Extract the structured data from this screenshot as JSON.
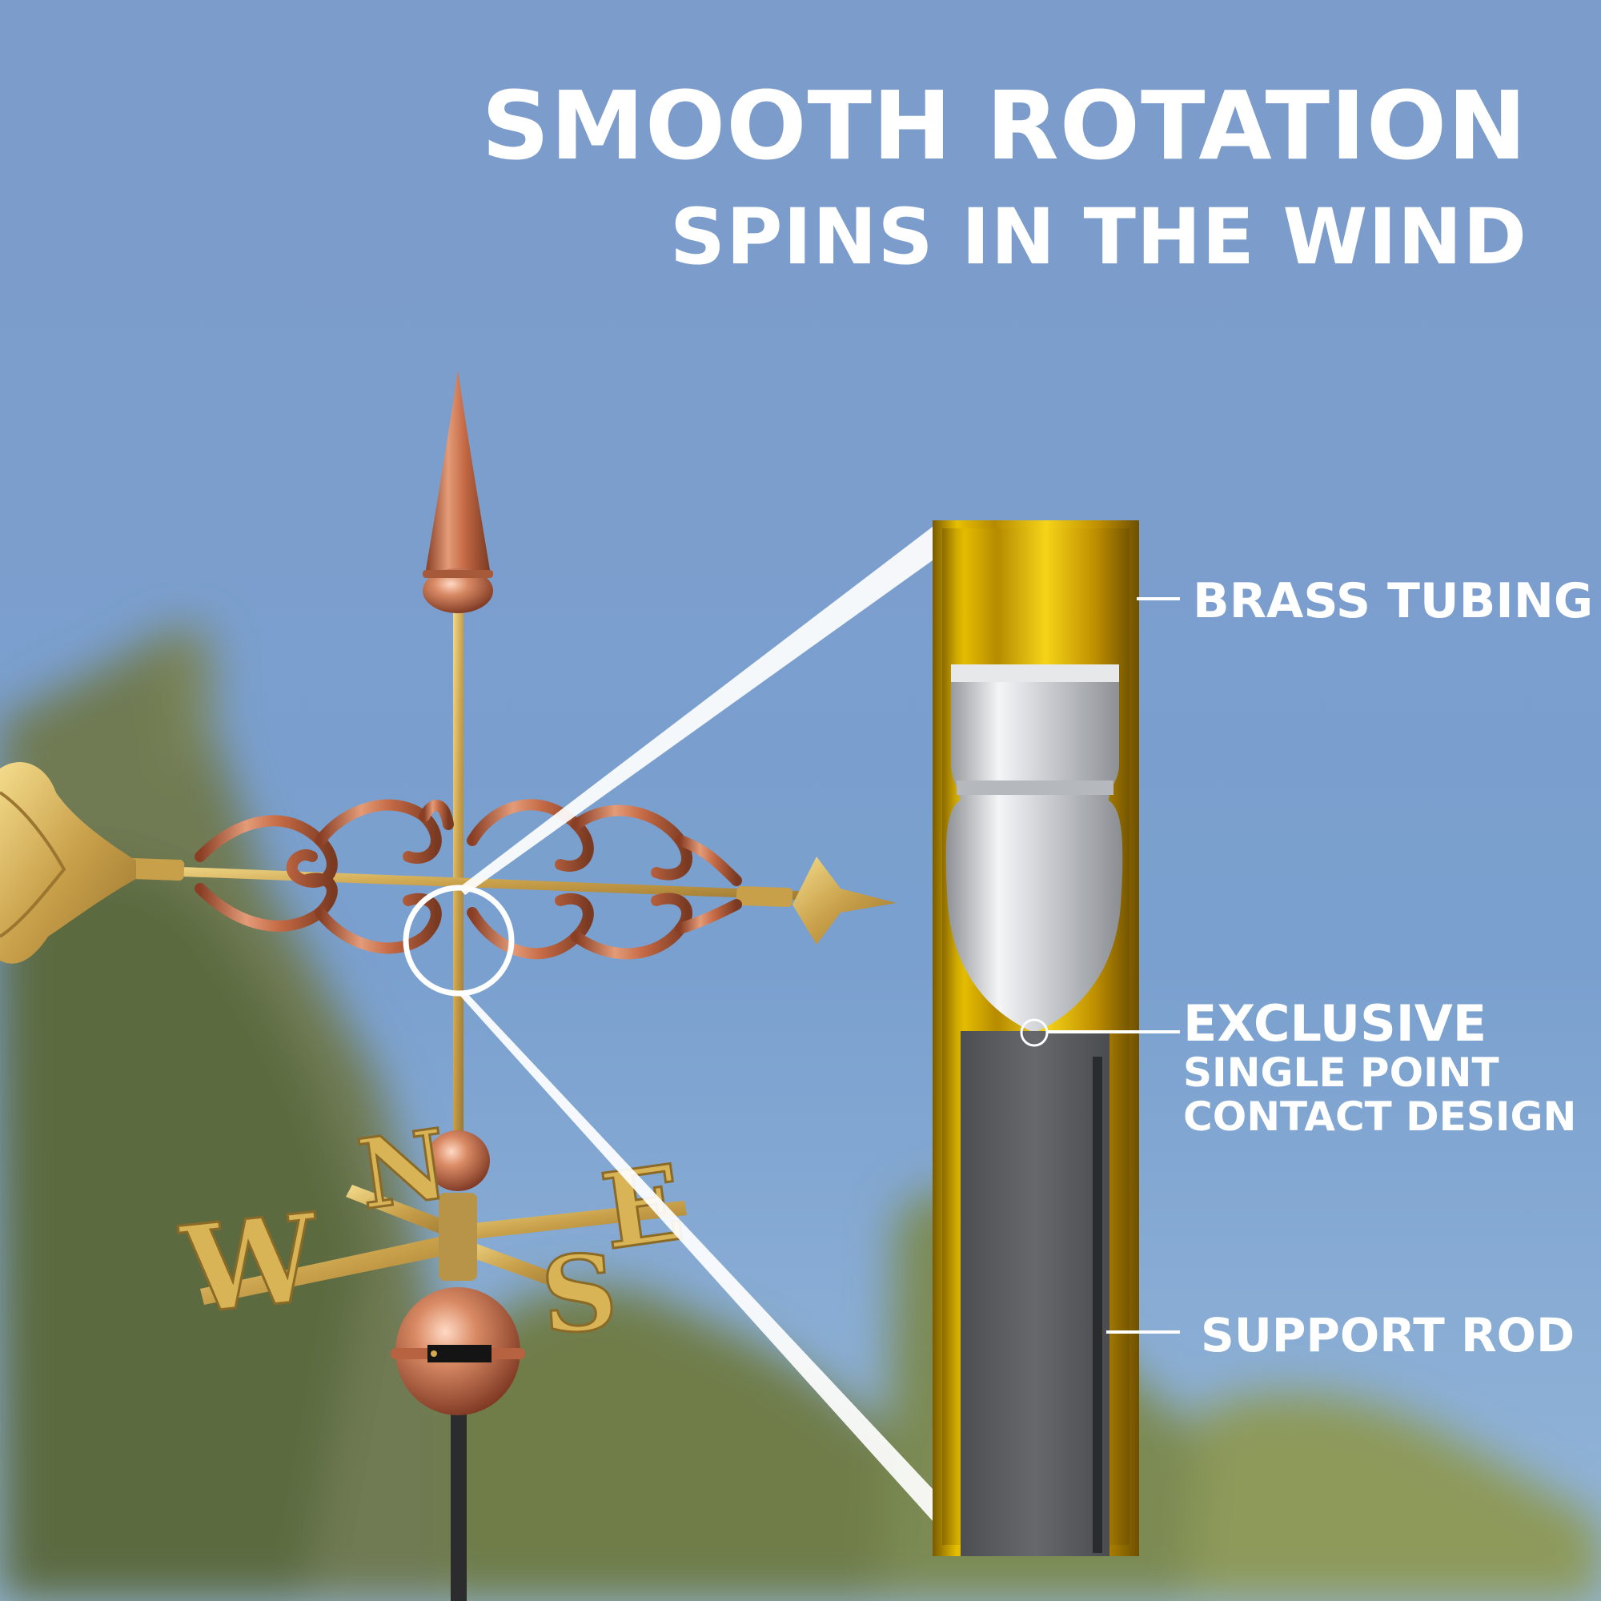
{
  "headline": {
    "title": "SMOOTH ROTATION",
    "subtitle": "SPINS IN THE WIND"
  },
  "callouts": {
    "brass_tubing": "BRASS TUBING",
    "exclusive_line1": "EXCLUSIVE",
    "exclusive_line2": "SINGLE POINT",
    "exclusive_line3": "CONTACT DESIGN",
    "support_rod": "SUPPORT ROD"
  },
  "compass": {
    "north": "N",
    "south": "S",
    "east": "E",
    "west": "W"
  },
  "colors": {
    "sky_top": "#7c9ccb",
    "sky_bottom": "#8fb3d8",
    "copper": "#c46a45",
    "brass": "#d9b24a",
    "tube_gold": "#e3b400",
    "steel": "#c9ccd0",
    "rod_gray": "#5a5c5f",
    "text": "#ffffff"
  }
}
